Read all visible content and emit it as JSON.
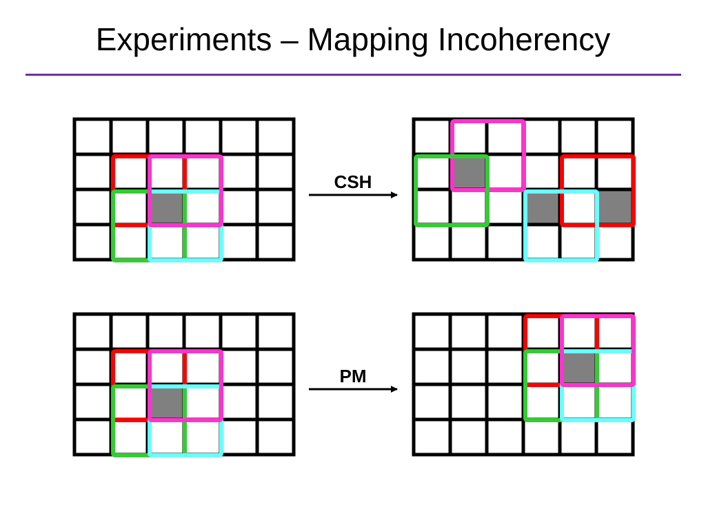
{
  "title": "Experiments – Mapping Incoherency",
  "colors": {
    "rule": "#7030a0",
    "grid": "#000000",
    "cell_fill": "#ffffff",
    "highlight": "#808080",
    "red": "#ff0000",
    "magenta": "#ff33cc",
    "green": "#33cc33",
    "cyan": "#66ffff"
  },
  "grid": {
    "rows": 4,
    "cols": 6
  },
  "panels": [
    {
      "id": "top-left",
      "highlight_cells": [
        [
          2,
          2
        ]
      ],
      "windows": [
        {
          "color": "red",
          "row": 1,
          "col": 1
        },
        {
          "color": "green",
          "row": 2,
          "col": 1
        },
        {
          "color": "cyan",
          "row": 2,
          "col": 2
        },
        {
          "color": "magenta",
          "row": 1,
          "col": 2
        }
      ]
    },
    {
      "id": "top-right",
      "highlight_cells": [
        [
          1,
          1
        ],
        [
          2,
          3
        ],
        [
          2,
          5
        ]
      ],
      "windows": [
        {
          "color": "magenta",
          "row": 0,
          "col": 1
        },
        {
          "color": "green",
          "row": 1,
          "col": 0
        },
        {
          "color": "red",
          "row": 1,
          "col": 4
        },
        {
          "color": "cyan",
          "row": 2,
          "col": 3
        }
      ]
    },
    {
      "id": "bottom-left",
      "highlight_cells": [
        [
          2,
          2
        ]
      ],
      "windows": [
        {
          "color": "red",
          "row": 1,
          "col": 1
        },
        {
          "color": "green",
          "row": 2,
          "col": 1
        },
        {
          "color": "cyan",
          "row": 2,
          "col": 2
        },
        {
          "color": "magenta",
          "row": 1,
          "col": 2
        }
      ]
    },
    {
      "id": "bottom-right",
      "highlight_cells": [
        [
          1,
          4
        ]
      ],
      "windows": [
        {
          "color": "red",
          "row": 0,
          "col": 3
        },
        {
          "color": "green",
          "row": 1,
          "col": 3
        },
        {
          "color": "cyan",
          "row": 1,
          "col": 4
        },
        {
          "color": "magenta",
          "row": 0,
          "col": 4
        }
      ]
    }
  ],
  "arrows": [
    {
      "id": "csh",
      "label": "CSH"
    },
    {
      "id": "pm",
      "label": "PM"
    }
  ]
}
